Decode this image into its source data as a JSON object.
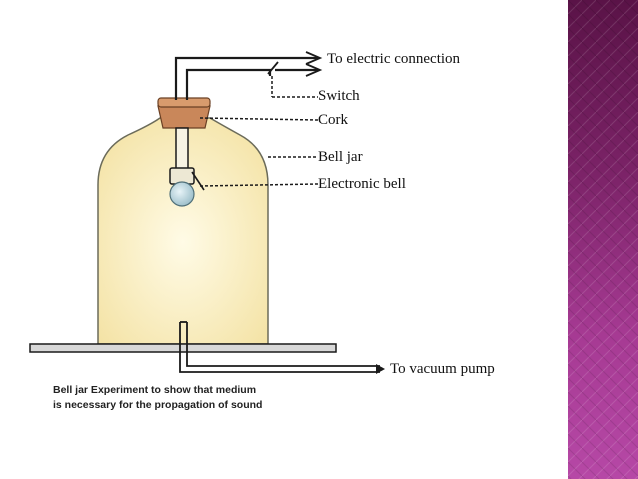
{
  "labels": {
    "electric_connection": "To electric connection",
    "switch": "Switch",
    "cork": "Cork",
    "bell_jar": "Bell jar",
    "electronic_bell": "Electronic bell",
    "vacuum_pump": "To vacuum pump"
  },
  "caption": {
    "line1": "Bell jar Experiment to show that medium",
    "line2": "is necessary for the propagation of sound"
  },
  "colors": {
    "jar_fill": "#fbf1c6",
    "cork": "#c9875a",
    "side_band": "#8e2c7e",
    "bell": "#b9d4dc"
  }
}
